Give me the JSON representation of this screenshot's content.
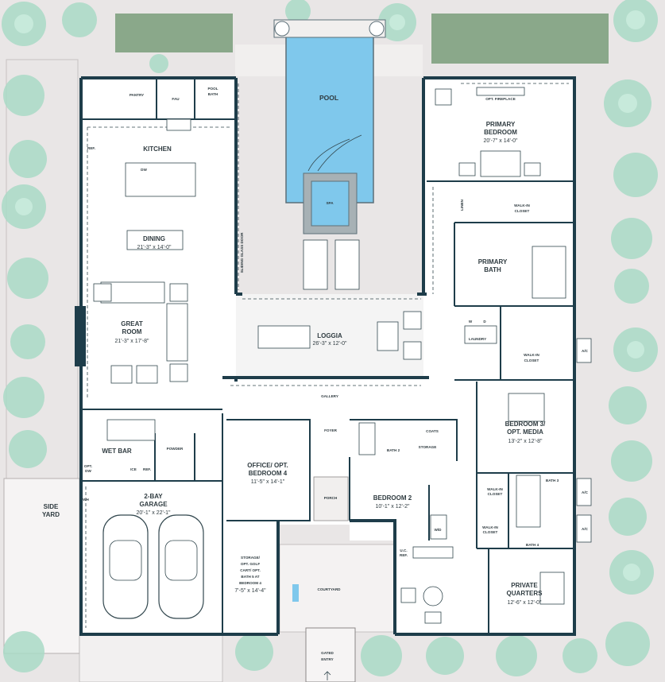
{
  "rooms": {
    "pool": "POOL",
    "pool_bath": [
      "POOL",
      "BATH"
    ],
    "pantry": "PANTRY",
    "fau": "FAU",
    "kitchen": "KITCHEN",
    "dw": "DW",
    "dining": "DINING",
    "dining_dim": "21'-3\" x 14'-0\"",
    "great_room": [
      "GREAT",
      "ROOM"
    ],
    "great_room_dim": "21'-3\" x 17'-8\"",
    "spa": "SPA",
    "sliding_glass_door": "SLIDING GLASS DOOR",
    "loggia": "LOGGIA",
    "loggia_dim": "26'-3\" x 12'-0\"",
    "opt_fireplace": "OPT. FIREPLACE",
    "primary_bedroom": [
      "PRIMARY",
      "BEDROOM"
    ],
    "primary_bedroom_dim": "20'-7\" x 14'-0\"",
    "linen": "LINEN",
    "walk_in_closet": [
      "WALK-IN",
      "CLOSET"
    ],
    "primary_bath": [
      "PRIMARY",
      "BATH"
    ],
    "laundry": "LAUNDRY",
    "washer": "W",
    "dryer": "D",
    "ac": "A/C",
    "gallery": "GALLERY",
    "wet_bar": "WET BAR",
    "powder": "POWDER",
    "opt_dw": [
      "OPT.",
      "DW"
    ],
    "ice": "ICE",
    "ref": "REF.",
    "office": [
      "OFFICE/ OPT.",
      "BEDROOM 4"
    ],
    "office_dim": "11'-5\" x 14'-1\"",
    "foyer": "FOYER",
    "coats": "COATS",
    "bath2": "BATH 2",
    "storage": "STORAGE",
    "bedroom3": [
      "BEDROOM 3/",
      "OPT. MEDIA"
    ],
    "bedroom3_dim": "13'-2\" x 12'-8\"",
    "side_yard": [
      "SIDE",
      "YARD"
    ],
    "garage": [
      "2-BAY",
      "GARAGE"
    ],
    "garage_dim": "20'-1\" x 22'-1\"",
    "porch": "PORCH",
    "bedroom2": "BEDROOM 2",
    "bedroom2_dim": "10'-1\" x 12'-2\"",
    "wd": "W/D",
    "bath3": "BATH 3",
    "bath4": "BATH 4",
    "storage_golf": [
      "STORAGE/",
      "OPT. GOLF",
      "CART/ OPT.",
      "BATH 5 AT",
      "BEDROOM 4"
    ],
    "storage_golf_dim": "7'-5\" x 14'-4\"",
    "courtyard": "COURTYARD",
    "uc_ref": [
      "U.C.",
      "REF."
    ],
    "private_quarters": [
      "PRIVATE",
      "QUARTERS"
    ],
    "private_quarters_dim": "12'-6\" x 12'-0\"",
    "gated_entry": [
      "GATED",
      "ENTRY"
    ],
    "wh": "WH"
  },
  "colors": {
    "wall": "#1e3d4a",
    "pool_water": "#7fc8ec",
    "lawn": "#8aa88a",
    "ground": "#e9e6e6",
    "interior": "#ffffff",
    "landscape": "#a9d9c6"
  }
}
